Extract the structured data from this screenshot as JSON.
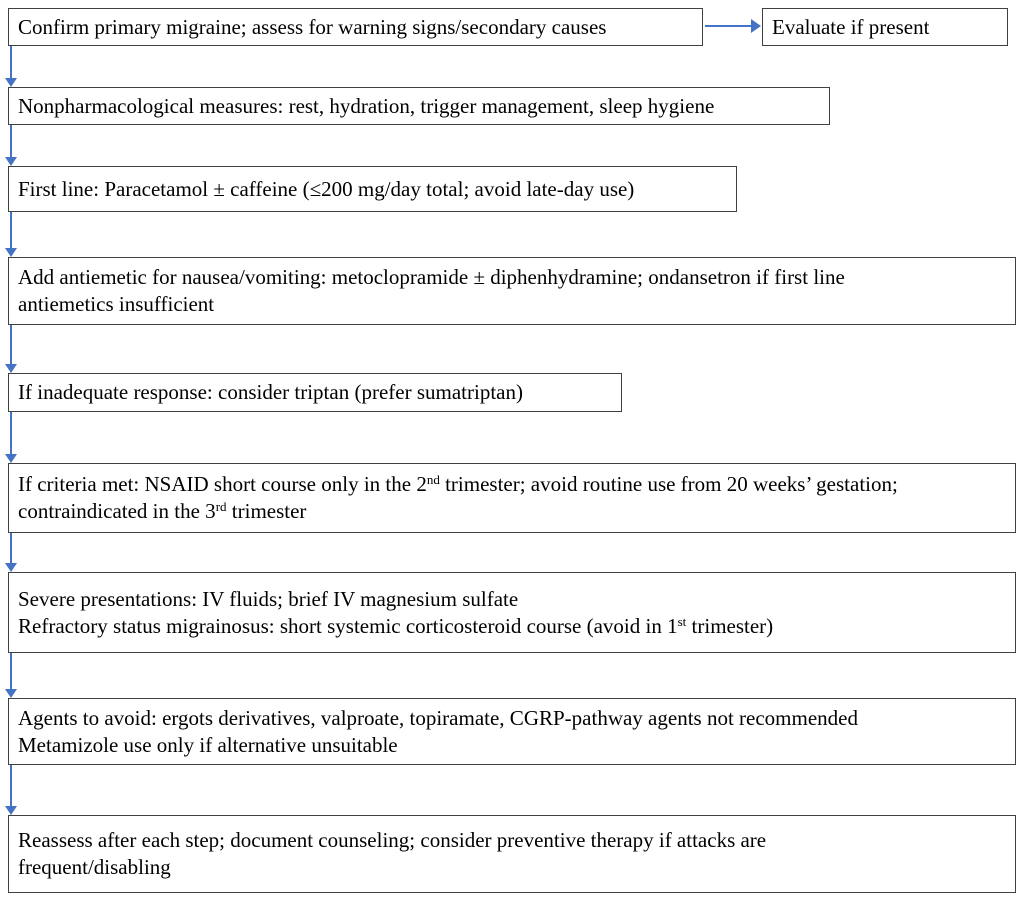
{
  "colors": {
    "arrow": "#4472c4",
    "border": "#404040",
    "text": "#000000",
    "background": "#ffffff"
  },
  "flowchart": {
    "confirm": {
      "text": "Confirm primary migraine; assess for warning signs/secondary causes"
    },
    "evaluate": {
      "text": "Evaluate if present"
    },
    "nonpharm": {
      "text": "Nonpharmacological measures: rest, hydration, trigger management, sleep hygiene"
    },
    "firstline": {
      "text": "First line: Paracetamol ± caffeine (≤200 mg/day total; avoid late-day use)"
    },
    "antiemetic": {
      "line1": "Add antiemetic for nausea/vomiting: metoclopramide ± diphenhydramine; ondansetron if first line",
      "line2": "antiemetics insufficient"
    },
    "triptan": {
      "text": "If inadequate response: consider triptan (prefer sumatriptan)"
    },
    "nsaid": {
      "l1a": "If criteria met: NSAID short course only in the 2",
      "l1sup": "nd",
      "l1b": " trimester; avoid routine use from 20 weeks’ gestation;",
      "l2a": "contraindicated in the 3",
      "l2sup": "rd",
      "l2b": " trimester"
    },
    "severe": {
      "line1": "Severe presentations: IV fluids; brief IV magnesium sulfate",
      "l2a": "Refractory status migrainosus: short systemic corticosteroid course (avoid in 1",
      "l2sup": "st",
      "l2b": " trimester)"
    },
    "avoid": {
      "line1": "Agents to avoid: ergots derivatives, valproate, topiramate, CGRP-pathway agents not recommended",
      "line2": "Metamizole use only if alternative unsuitable"
    },
    "reassess": {
      "line1": "Reassess after each step; document counseling; consider preventive therapy if attacks are",
      "line2": "frequent/disabling"
    }
  }
}
